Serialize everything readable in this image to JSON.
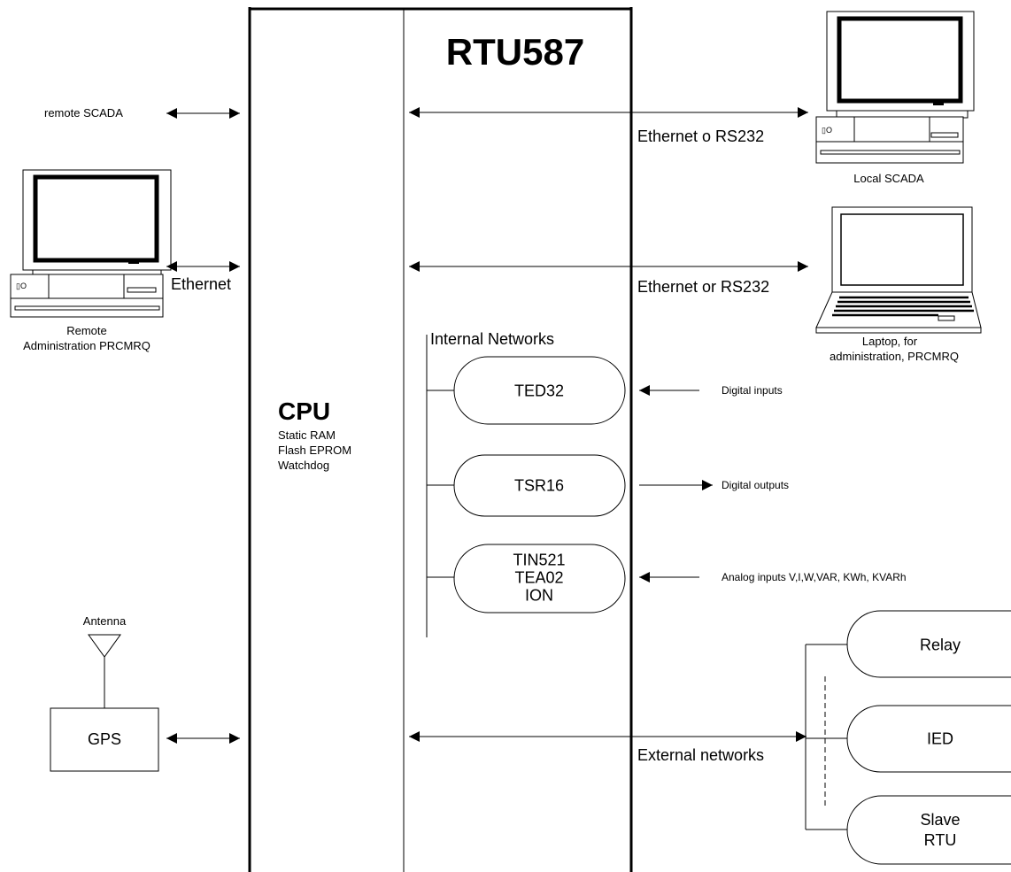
{
  "title": "RTU587",
  "cpu": {
    "title": "CPU",
    "features": [
      "Static RAM",
      "Flash EPROM",
      "Watchdog"
    ]
  },
  "left": {
    "remote_scada": "remote SCADA",
    "ethernet": "Ethernet",
    "remote_admin": [
      "Remote",
      "Administration PRCMRQ"
    ],
    "antenna": "Antenna",
    "gps": "GPS"
  },
  "links": {
    "local_scada": "Ethernet o RS232",
    "laptop": "Ethernet or RS232",
    "external": "External networks"
  },
  "right": {
    "local_scada": "Local SCADA",
    "laptop": [
      "Laptop, for",
      "administration, PRCMRQ"
    ]
  },
  "internal": {
    "title": "Internal Networks",
    "modules": [
      {
        "lines": [
          "TED32"
        ],
        "signal": "Digital inputs",
        "direction": "in"
      },
      {
        "lines": [
          "TSR16"
        ],
        "signal": "Digital outputs",
        "direction": "out"
      },
      {
        "lines": [
          "TIN521",
          "TEA02",
          "ION"
        ],
        "signal": "Analog inputs V,I,W,VAR, KWh, KVARh",
        "direction": "in"
      }
    ]
  },
  "external": {
    "devices": [
      {
        "lines": [
          "Relay"
        ]
      },
      {
        "lines": [
          "IED"
        ]
      },
      {
        "lines": [
          "Slave",
          "RTU"
        ]
      }
    ]
  }
}
